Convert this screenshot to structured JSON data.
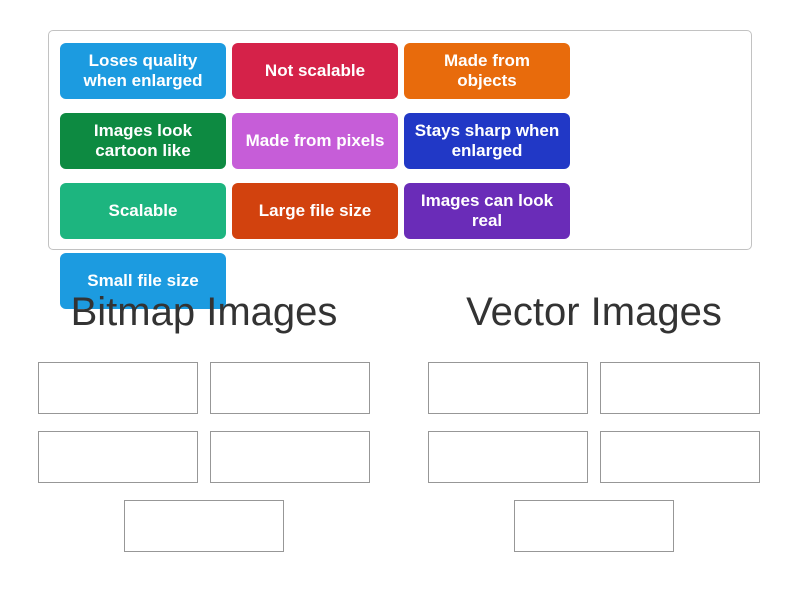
{
  "tray": {
    "tiles": [
      {
        "label": "Loses quality when enlarged",
        "color": "#1c9be0"
      },
      {
        "label": "Not scalable",
        "color": "#d52249"
      },
      {
        "label": "Made from objects",
        "color": "#e86b0c"
      },
      {
        "label": "Images look cartoon like",
        "color": "#0d8a41"
      },
      {
        "label": "Made from pixels",
        "color": "#c65dd8"
      },
      {
        "label": "Stays sharp when enlarged",
        "color": "#2138c6"
      },
      {
        "label": "Scalable",
        "color": "#1db57f"
      },
      {
        "label": "Large file size",
        "color": "#d2420e"
      },
      {
        "label": "Images can look real",
        "color": "#6a2cb8"
      },
      {
        "label": "Small file size",
        "color": "#1c9be0"
      }
    ]
  },
  "groups": [
    {
      "title": "Bitmap Images"
    },
    {
      "title": "Vector Images"
    }
  ]
}
